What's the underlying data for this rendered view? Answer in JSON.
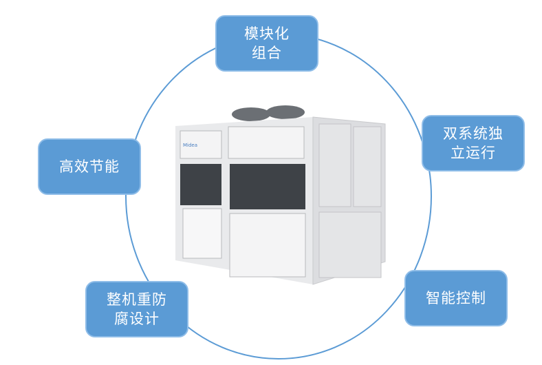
{
  "features": [
    {
      "lines": [
        "模块化",
        "组合"
      ]
    },
    {
      "lines": [
        "高效节能"
      ]
    },
    {
      "lines": [
        "双系统独",
        "立运行"
      ]
    },
    {
      "lines": [
        "智能控制"
      ]
    },
    {
      "lines": [
        "整机重防",
        "腐设计"
      ]
    }
  ],
  "product": {
    "brand_logo": "Midea"
  },
  "colors": {
    "box": "#5b9bd5",
    "circle": "#5b9bd5"
  }
}
